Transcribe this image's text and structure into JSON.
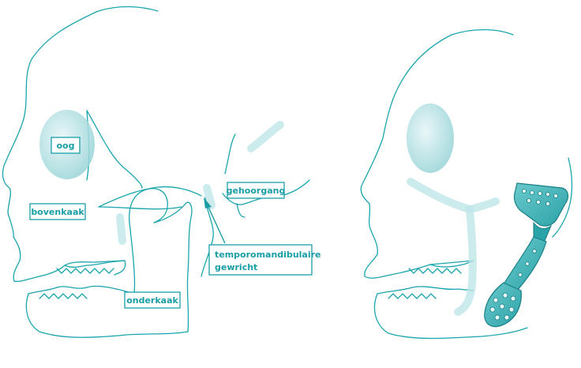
{
  "labels": {
    "oog": "oog",
    "bovenkaak": "bovenkaak",
    "gehoorgang": "gehoorgang",
    "tmj_line1": "temporomandibulaire",
    "tmj_line2": "gewricht",
    "onderkaak": "onderkaak"
  },
  "colors": {
    "line": "#1aa5ad",
    "label": "#1a9ea5",
    "soft_fill": "#bfe6e8",
    "implant": "#3bb4b8",
    "implant_dark": "#177f86"
  }
}
